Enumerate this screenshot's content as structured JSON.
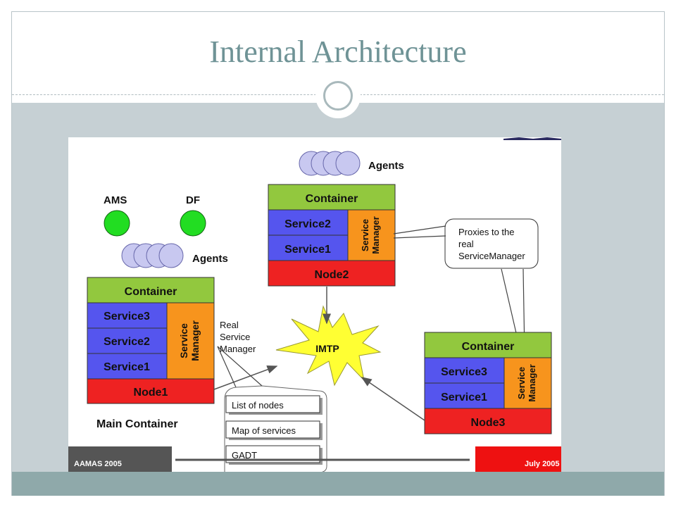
{
  "slide": {
    "title": "Internal Architecture"
  },
  "diagram": {
    "agents_top_label": "Agents",
    "agents_left_label": "Agents",
    "ams_label": "AMS",
    "df_label": "DF",
    "container2": {
      "header": "Container",
      "services": [
        "Service2",
        "Service1"
      ],
      "manager_line1": "Service",
      "manager_line2": "Manager",
      "node": "Node2"
    },
    "container1": {
      "header": "Container",
      "services": [
        "Service3",
        "Service2",
        "Service1"
      ],
      "manager_line1": "Service",
      "manager_line2": "Manager",
      "node": "Node1"
    },
    "container3": {
      "header": "Container",
      "services": [
        "Service3",
        "Service1"
      ],
      "manager_line1": "Service",
      "manager_line2": "Manager",
      "node": "Node3"
    },
    "proxies_callout": [
      "Proxies to the",
      "real",
      "ServiceManager"
    ],
    "real_manager_callout": [
      "Real",
      "Service",
      "Manager"
    ],
    "imtp_label": "IMTP",
    "main_container_label": "Main Container",
    "tables": [
      "List of nodes",
      "Map of services",
      "GADT"
    ],
    "footer_left": "AAMAS 2005",
    "footer_right": "July 2005"
  },
  "colors": {
    "title": "#6f9396",
    "container_header": "#92c83e",
    "service": "#5555ee",
    "manager": "#f7941d",
    "node": "#ee2222",
    "agent": "#c8c8f0",
    "ams_df": "#22dd22"
  }
}
